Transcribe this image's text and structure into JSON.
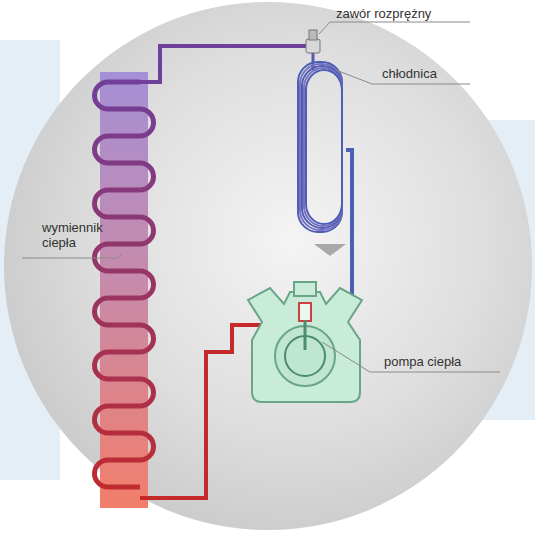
{
  "diagram": {
    "labels": [
      "zawór rozprężny",
      "chłodnica",
      "wymiennik ciepła",
      "pompa ciepła"
    ]
  }
}
